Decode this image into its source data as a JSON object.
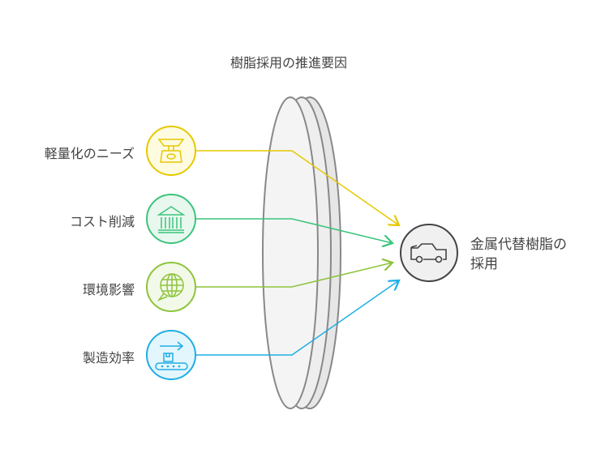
{
  "title": "樹脂採用の推進要因",
  "drivers": [
    {
      "label": "軽量化のニーズ",
      "icon": "scale-icon",
      "color": "#e6c800",
      "fill": "#fffbe0"
    },
    {
      "label": "コスト削減",
      "icon": "bank-icon",
      "color": "#3cc47c",
      "fill": "#e8f8ef"
    },
    {
      "label": "環境影響",
      "icon": "globe-chat-icon",
      "color": "#8cc43c",
      "fill": "#f3f9e8"
    },
    {
      "label": "製造効率",
      "icon": "conveyor-icon",
      "color": "#1eaee6",
      "fill": "#e4f6fd"
    }
  ],
  "target": {
    "line1": "金属代替樹脂の",
    "line2": "採用",
    "icon": "car-icon"
  }
}
